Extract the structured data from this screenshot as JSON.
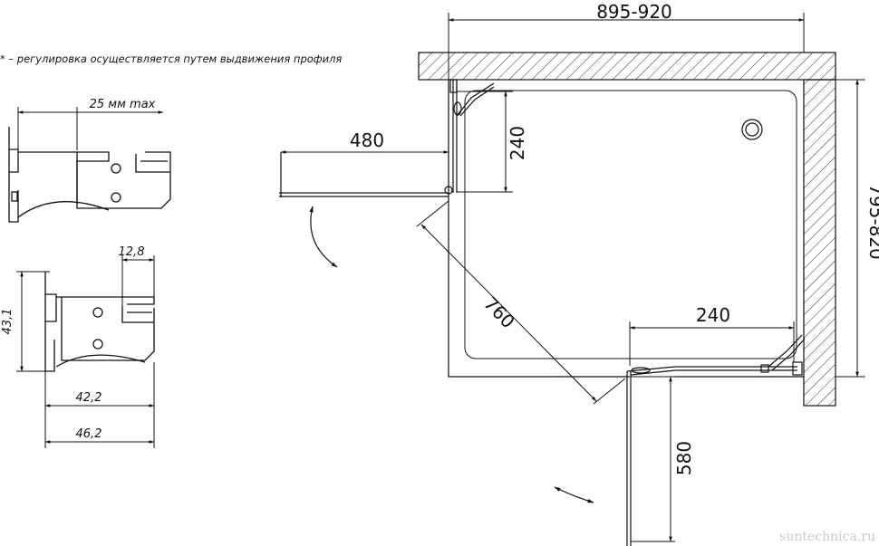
{
  "note": "* – регулировка осуществляется путем выдвижения профиля",
  "watermark": "suntechnica.ru",
  "dimensions": {
    "top_width": "895-920",
    "right_depth": "795-820",
    "door_top": "480",
    "side_240_top": "240",
    "diagonal": "760",
    "bottom_240": "240",
    "door_bottom": "580"
  },
  "profile_dims": {
    "adjust": "25 мм max",
    "w_12_8": "12,8",
    "h_43_1": "43,1",
    "w_42_2": "42,2",
    "w_46_2": "46,2"
  },
  "colors": {
    "line": "#111111",
    "wall_fill": "#ffffff",
    "watermark": "#c9c9c9"
  }
}
